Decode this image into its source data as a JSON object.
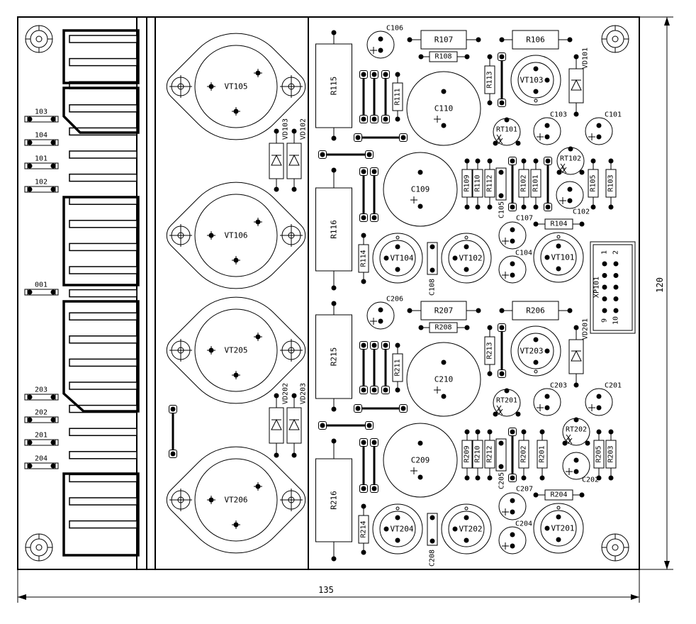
{
  "board": {
    "width_label": "135",
    "height_label": "120"
  },
  "connectors": {
    "j103": "103",
    "j104": "104",
    "j101": "101",
    "j102": "102",
    "j001": "001",
    "j203": "203",
    "j202": "202",
    "j201": "201",
    "j204": "204"
  },
  "components": {
    "VT105": "VT105",
    "VT106": "VT106",
    "VT205": "VT205",
    "VT206": "VT206",
    "VD103": "VD103",
    "VD102": "VD102",
    "VD202": "VD202",
    "VD203": "VD203",
    "R115": "R115",
    "R116": "R116",
    "R215": "R215",
    "R216": "R216",
    "C106": "C106",
    "C206": "C206",
    "R107": "R107",
    "R108": "R108",
    "R106": "R106",
    "R113": "R113",
    "R207": "R207",
    "R208": "R208",
    "R206": "R206",
    "R213": "R213",
    "VT103": "VT103",
    "VT203": "VT203",
    "VD101": "VD101",
    "VD201": "VD201",
    "R111": "R111",
    "R211": "R211",
    "C110": "C110",
    "C210": "C210",
    "RT101": "RT101",
    "RT201": "RT201",
    "C103": "C103",
    "C203": "C203",
    "C101": "C101",
    "C201": "C201",
    "C109": "C109",
    "C209": "C209",
    "R109": "R109",
    "R110": "R110",
    "R112": "R112",
    "C105": "C105",
    "R102": "R102",
    "R101": "R101",
    "R209": "R209",
    "R210": "R210",
    "R212": "R212",
    "C205": "C205",
    "R202": "R202",
    "R201": "R201",
    "RT102": "RT102",
    "RT202": "RT202",
    "R105": "R105",
    "R103": "R103",
    "R205": "R205",
    "R203": "R203",
    "C102": "C102",
    "C202": "C202",
    "C107": "C107",
    "C207": "C207",
    "C104": "C104",
    "C204": "C204",
    "R104": "R104",
    "R204": "R204",
    "R114": "R114",
    "R214": "R214",
    "VT104": "VT104",
    "VT102": "VT102",
    "VT101": "VT101",
    "VT204": "VT204",
    "VT202": "VT202",
    "VT201": "VT201",
    "C108": "C108",
    "C208": "C208"
  },
  "xp101": {
    "label": "XP101",
    "pin1": "1",
    "pin2": "2",
    "pin9": "9",
    "pin10": "10"
  }
}
